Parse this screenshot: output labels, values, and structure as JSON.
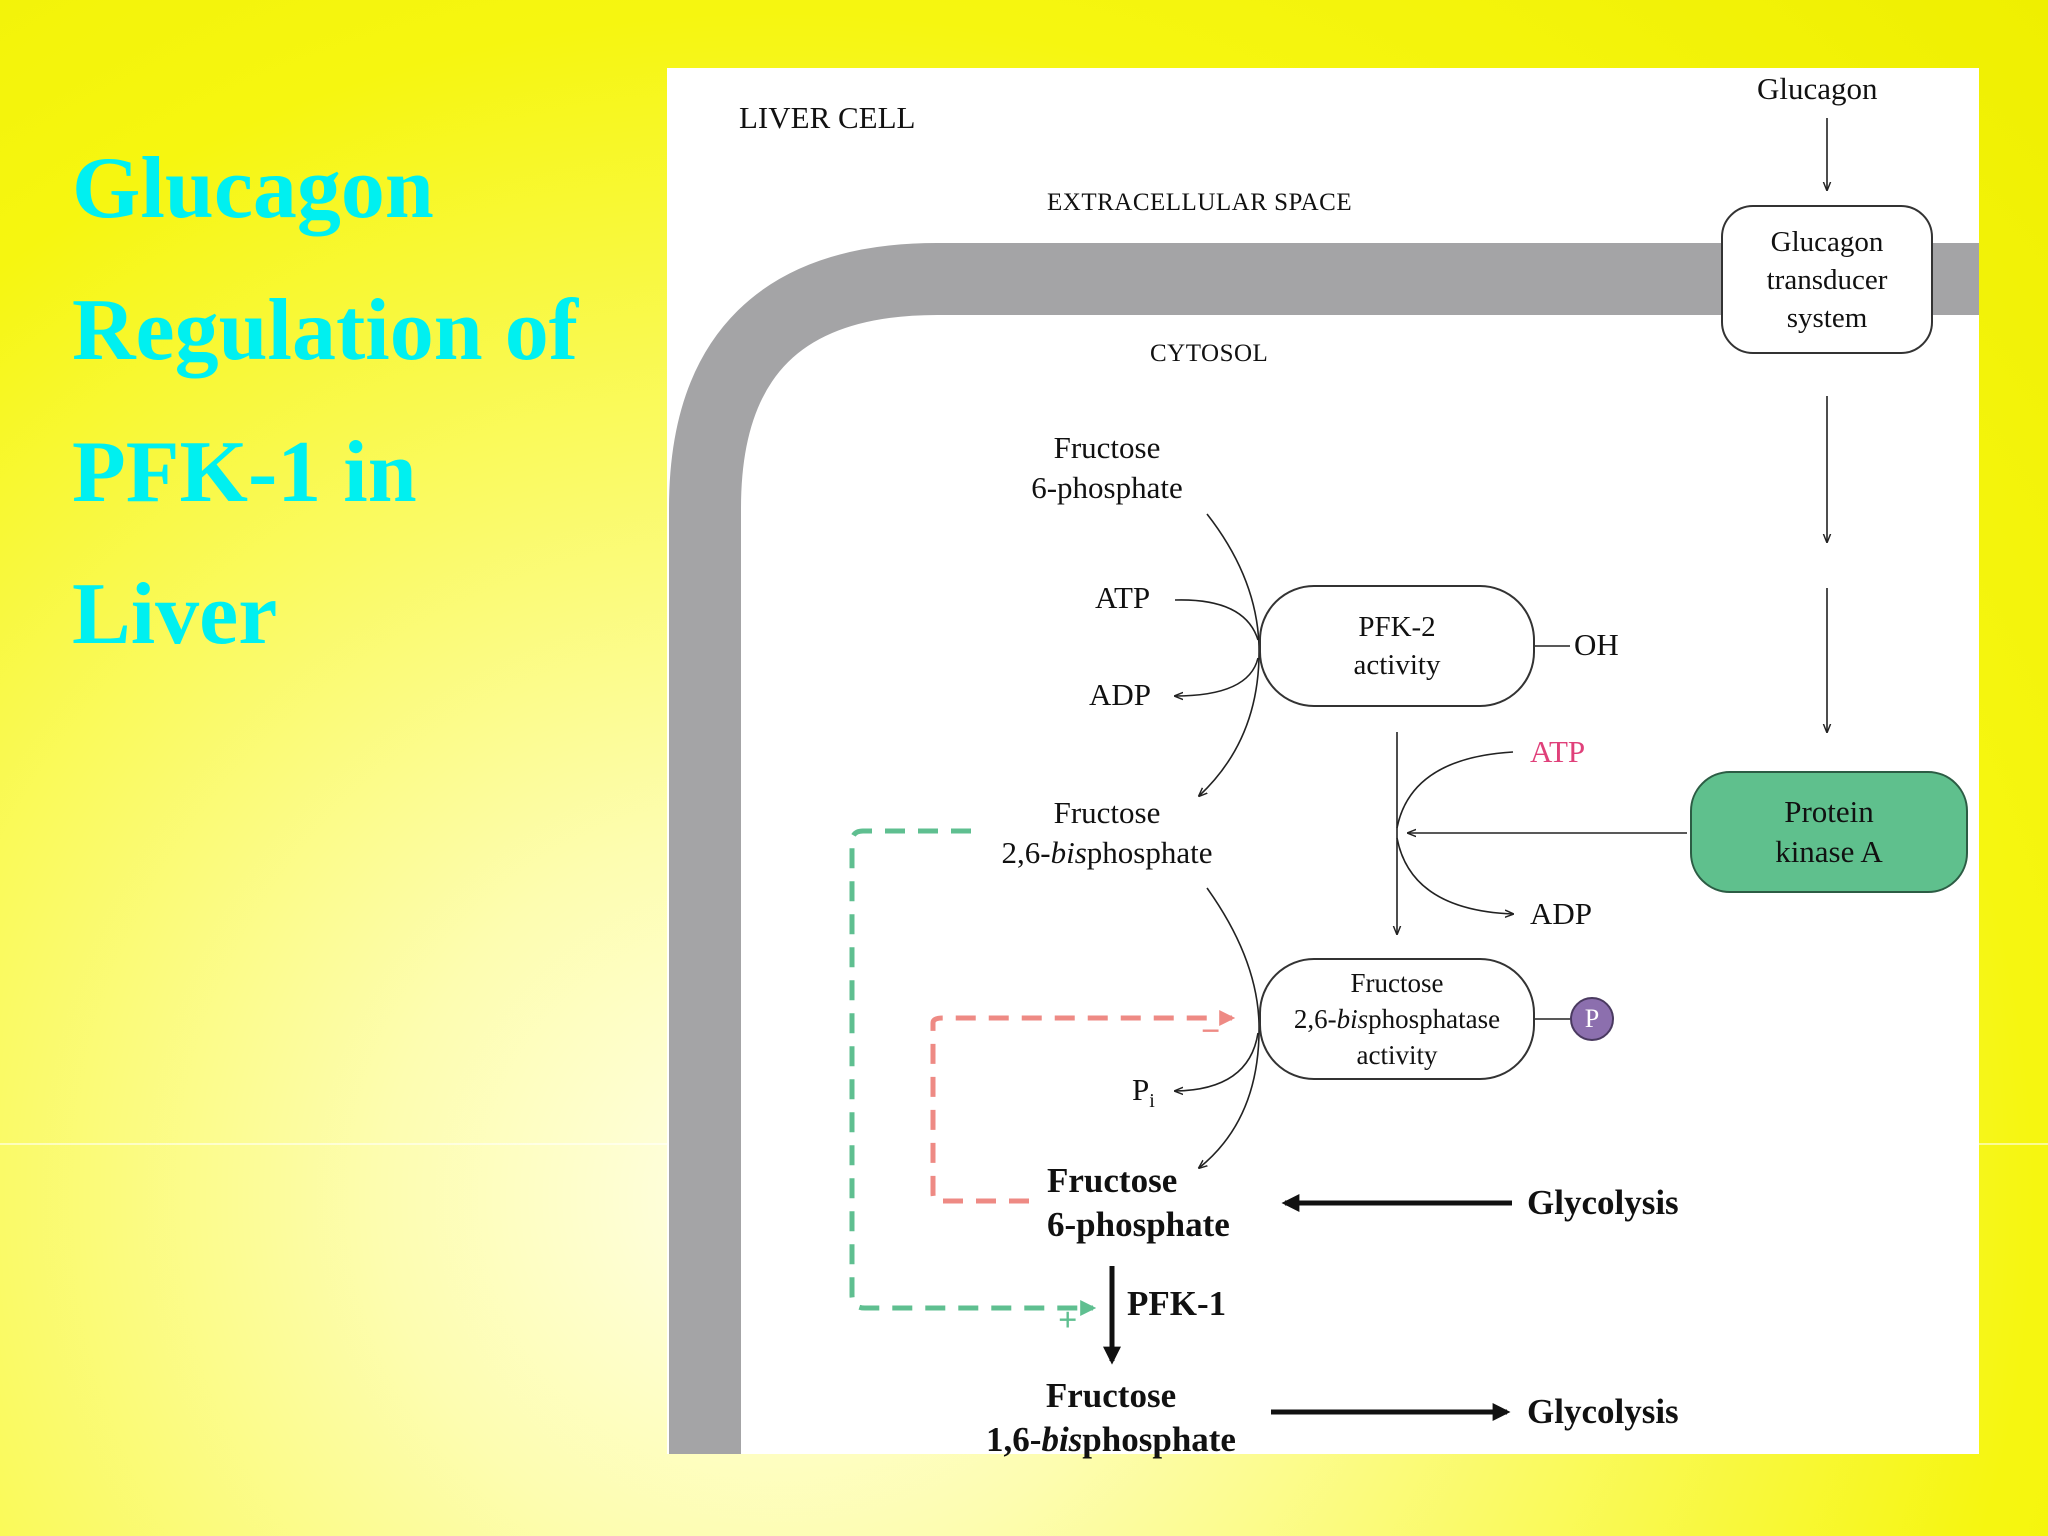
{
  "slide": {
    "title_lines": [
      "Glucagon",
      "Regulation of",
      "PFK-1 in",
      "Liver"
    ],
    "colors": {
      "title": "#00f0f0",
      "background": "#f6f610",
      "panel": "#ffffff"
    }
  },
  "diagram": {
    "cell_label": "LIVER CELL",
    "extracellular_label": "EXTRACELLULAR SPACE",
    "cytosol_label": "CYTOSOL",
    "glucagon": "Glucagon",
    "transducer": {
      "line1": "Glucagon",
      "line2": "transducer",
      "line3": "system"
    },
    "pka": {
      "line1": "Protein",
      "line2": "kinase A",
      "color": "#5fc08d"
    },
    "f6p_top": {
      "line1": "Fructose",
      "line2": "6-phosphate"
    },
    "atp_left": "ATP",
    "adp_left": "ADP",
    "pfk2": {
      "line1": "PFK-2",
      "line2": "activity",
      "oh": "OH"
    },
    "atp_right": {
      "text": "ATP",
      "color": "#e0407a"
    },
    "adp_right": "ADP",
    "f26bp": {
      "line1": "Fructose",
      "line2_prefix": "2,6-",
      "line2_italic": "bis",
      "line2_suffix": "phosphate"
    },
    "fbpase2": {
      "line1": "Fructose",
      "line2_prefix": "2,6-",
      "line2_italic": "bis",
      "line2_suffix": "phosphatase",
      "line3": "activity",
      "phospho": "P"
    },
    "pi": {
      "base": "P",
      "sub": "i"
    },
    "f6p_bottom": {
      "line1": "Fructose",
      "line2": "6-phosphate"
    },
    "pfk1": "PFK-1",
    "f16bp": {
      "line1": "Fructose",
      "line2_prefix": "1,6-",
      "line2_italic": "bis",
      "line2_suffix": "phosphate"
    },
    "glycolysis_top": "Glycolysis",
    "glycolysis_bottom": "Glycolysis",
    "minus_sign": "−",
    "plus_sign": "+",
    "colors": {
      "membrane": "#a4a4a6",
      "inhibit": "#ee8a84",
      "activate": "#5fbf90",
      "phospho_circle": "#8c6fae"
    }
  }
}
